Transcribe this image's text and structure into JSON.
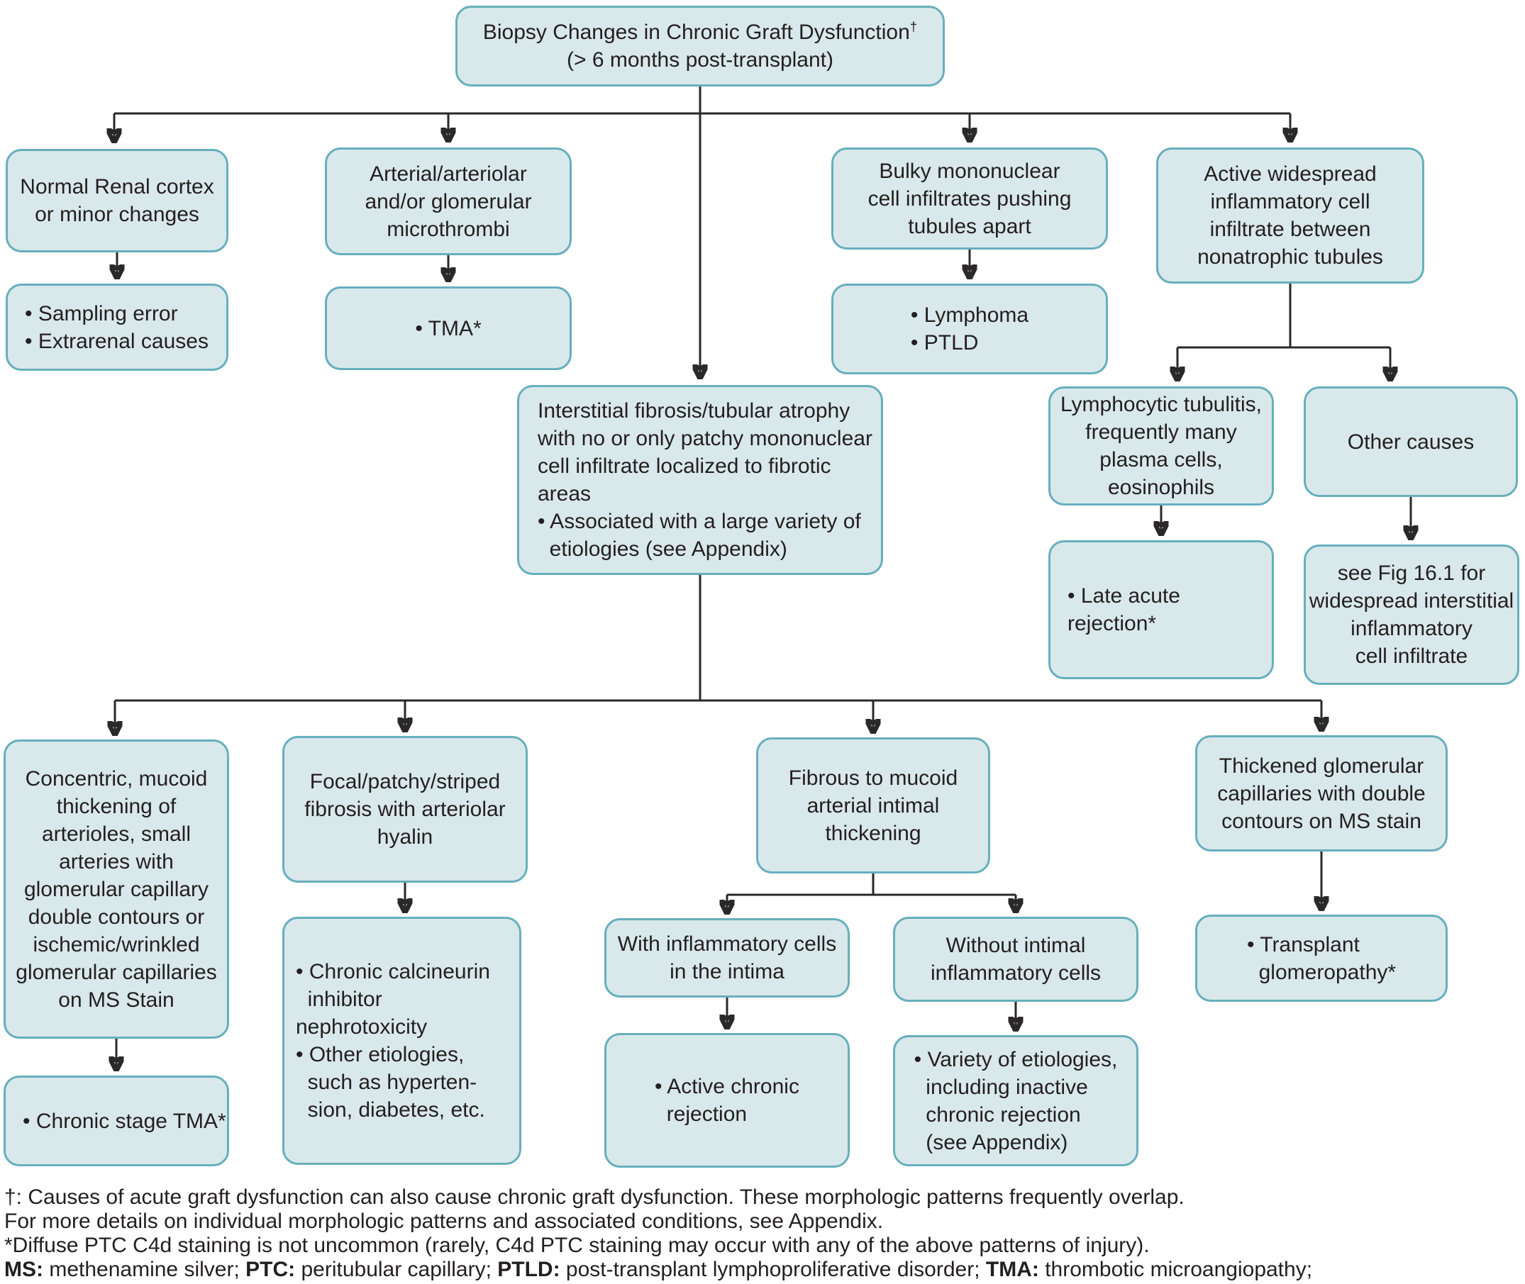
{
  "colors": {
    "box_fill": "#d9e8ea",
    "box_border": "#67afbd",
    "line": "#2b282a",
    "text": "#231f20",
    "bg": "#ffffff"
  },
  "root": {
    "line1": "Biopsy Changes in Chronic Graft Dysfunction",
    "dagger": "†",
    "line2": "(> 6 months post-transplant)"
  },
  "nodes": {
    "normal_cortex": {
      "text": "Normal Renal cortex\nor minor changes"
    },
    "sampling_error": {
      "text": "• Sampling error\n• Extrarenal causes"
    },
    "microthrombi": {
      "text": "Arterial/arteriolar\nand/or glomerular\nmicrothrombi"
    },
    "tma": {
      "text": "• TMA*"
    },
    "bulky": {
      "text": "Bulky mononuclear\ncell infiltrates pushing\ntubules apart"
    },
    "lymphoma_ptld": {
      "text": "• Lymphoma\n• PTLD"
    },
    "active_widespread": {
      "text": "Active widespread\ninflammatory cell\ninfiltrate between\nnonatrophic tubules"
    },
    "ifta": {
      "text": "Interstitial fibrosis/tubular atrophy\nwith no or only patchy mononuclear\ncell infiltrate localized to fibrotic\nareas\n• Associated with a large variety of\n  etiologies (see Appendix)"
    },
    "lymphocytic": {
      "text": "Lymphocytic tubulitis,\nfrequently many\nplasma cells,\neosinophils"
    },
    "other_causes": {
      "text": "Other causes"
    },
    "late_acute": {
      "text": "• Late acute rejection*"
    },
    "see_fig": {
      "text": "see Fig 16.1 for\nwidespread interstitial\ninflammatory\ncell infiltrate"
    },
    "concentric": {
      "text": "Concentric, mucoid\nthickening of\narterioles, small\narteries with\nglomerular capillary\ndouble contours or\nischemic/wrinkled\nglomerular capillaries\non MS Stain"
    },
    "chronic_tma": {
      "text": "• Chronic stage TMA*"
    },
    "focal": {
      "text": "Focal/patchy/striped\nfibrosis with arteriolar\nhyalin"
    },
    "cni": {
      "text": "• Chronic calcineurin\n  inhibitor nephrotoxicity\n• Other etiologies,\n  such as hyperten-\n  sion, diabetes, etc."
    },
    "fibrous": {
      "text": "Fibrous to mucoid\narterial intimal\nthickening"
    },
    "with_inflam": {
      "text": "With inflammatory cells\nin the intima"
    },
    "active_chronic": {
      "text": "• Active chronic\n  rejection"
    },
    "without_inflam": {
      "text": "Without intimal\ninflammatory cells"
    },
    "variety": {
      "text": "• Variety of etiologies,\n  including inactive\n  chronic rejection\n  (see Appendix)"
    },
    "thickened": {
      "text": "Thickened glomerular\ncapillaries with double\ncontours on MS stain"
    },
    "transplant_glom": {
      "text": "• Transplant\n  glomeropathy*"
    }
  },
  "footnotes": {
    "line1": "†: Causes of acute graft dysfunction can also cause chronic graft dysfunction. These morphologic patterns frequently overlap.",
    "line2": "For more details on individual morphologic patterns and associated conditions, see Appendix.",
    "line3": "*Diffuse PTC C4d staining is not uncommon (rarely, C4d PTC staining may occur with any of the above patterns of injury).",
    "line4": {
      "ms_label": "MS:",
      "ms_text": " methenamine silver; ",
      "ptc_label": "PTC:",
      "ptc_text": " peritubular capillary; ",
      "ptld_label": "PTLD:",
      "ptld_text": " post-transplant lymphoproliferative disorder; ",
      "tma_label": "TMA:",
      "tma_text": " thrombotic microangiopathy;"
    }
  }
}
